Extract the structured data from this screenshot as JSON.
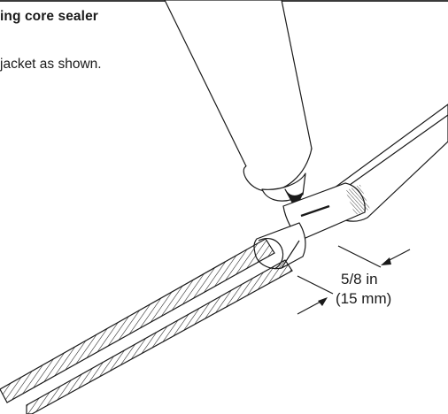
{
  "document": {
    "heading": "ing core sealer",
    "instruction": "jacket as shown.",
    "dimension": {
      "imperial": "5/8 in",
      "metric": "(15 mm)"
    }
  },
  "illustration": {
    "subject": "cable-marking-with-pen",
    "line_color": "#1a1a1a"
  }
}
